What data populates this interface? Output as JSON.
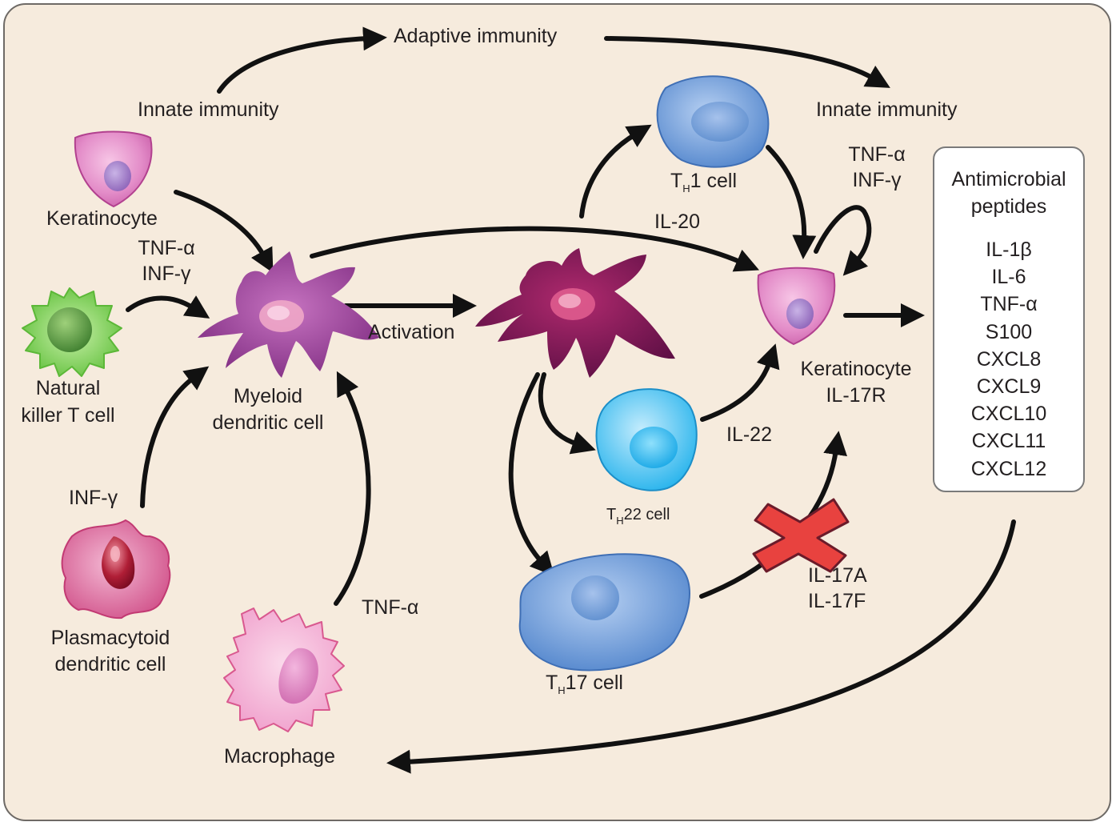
{
  "labels": {
    "adaptive": "Adaptive immunity",
    "innate_left": "Innate immunity",
    "innate_right": "Innate immunity",
    "keratinocyte_top": "Keratinocyte",
    "tnf_left": "TNF-α",
    "inf_left": "INF-γ",
    "nkt_line1": "Natural",
    "nkt_line2": "killer T cell",
    "myeloid_line1": "Myeloid",
    "myeloid_line2": "dendritic cell",
    "activation": "Activation",
    "inf_pdc": "INF-γ",
    "pdc_line1": "Plasmacytoid",
    "pdc_line2": "dendritic cell",
    "tnf_macro": "TNF-α",
    "macrophage": "Macrophage",
    "th1_t": "T",
    "th1_sub": "H",
    "th1_rest": "1 cell",
    "il20": "IL-20",
    "th22_t": "T",
    "th22_sub": "H",
    "th22_rest": "22 cell",
    "il22": "IL-22",
    "th17_t": "T",
    "th17_sub": "H",
    "th17_rest": "17 cell",
    "il17a": "IL-17A",
    "il17f": "IL-17F",
    "tnf_right": "TNF-α",
    "inf_right": "INF-γ",
    "keratinocyte_right": "Keratinocyte",
    "il17r": "IL-17R"
  },
  "amp_box": {
    "title_line1": "Antimicrobial",
    "title_line2": "peptides",
    "items": [
      "IL-1β",
      "IL-6",
      "TNF-α",
      "S100",
      "CXCL8",
      "CXCL9",
      "CXCL10",
      "CXCL11",
      "CXCL12"
    ]
  },
  "colors": {
    "background": "#f6ebdd",
    "keratinocyte": "#d96fb6",
    "myeloid_dc": "#8c2f86",
    "activated_dc": "#6e1550",
    "nkt": "#6cc844",
    "pdc": "#cc3f7c",
    "macrophage": "#ec9cc8",
    "th1": "#5b8fd4",
    "th22": "#27b7ee",
    "th17": "#4f86d2",
    "block_x": "#e8423f"
  }
}
